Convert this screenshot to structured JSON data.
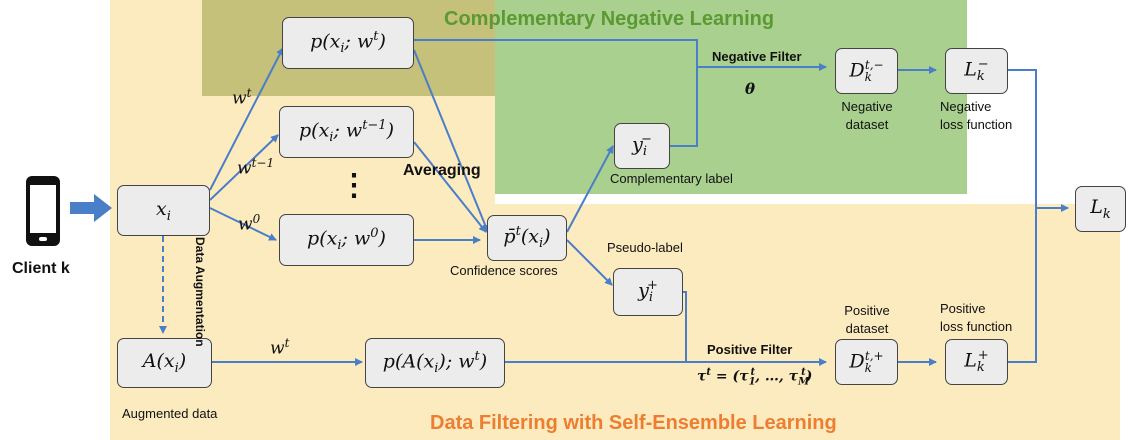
{
  "colors": {
    "yellow_region": "#fdebc0",
    "green_region": "#a9d08e",
    "olive_overlap": "#c5c07a",
    "arrow": "#4a7ec9",
    "title_green": "#5b9a32",
    "title_orange": "#ed7d31",
    "box_fill": "#ececec"
  },
  "titles": {
    "cnl": "Complementary Negative Learning",
    "dfsel": "Data Filtering with Self-Ensemble Learning"
  },
  "client": {
    "label": "Client k",
    "icon": "smartphone-icon"
  },
  "nodes": {
    "x": "x_i",
    "p_wt": "p(x_i; w^t)",
    "p_wt1": "p(x_i; w^{t−1})",
    "vdots": "⋮",
    "p_w0": "p(x_i; w^0)",
    "p_bar": "p̄^t(x_i)",
    "y_neg": "y_i^−",
    "y_pos": "y_i^+",
    "a_x": "A(x_i)",
    "p_a": "p(A(x_i); w^t)",
    "d_neg": "D_k^{t,−}",
    "d_pos": "D_k^{t,+}",
    "l_neg": "L_k^−",
    "l_pos": "L_k^+",
    "l_k": "L_k"
  },
  "edge_labels": {
    "wt_top": "w^t",
    "wt1": "w^{t−1}",
    "w0": "w^0",
    "wt_bottom": "w^t",
    "averaging": "Averaging",
    "data_aug": "Data Augmentation"
  },
  "filters": {
    "negative_title": "Negative Filter",
    "negative_theta": "θ",
    "positive_title": "Positive Filter",
    "positive_tau": "τ^t = (τ_1^t, …, τ_M^t)"
  },
  "annotations": {
    "confidence": "Confidence scores",
    "complementary": "Complementary label",
    "pseudo": "Pseudo-label",
    "augmented": "Augmented data",
    "neg_dataset_1": "Negative",
    "neg_dataset_2": "dataset",
    "pos_dataset_1": "Positive",
    "pos_dataset_2": "dataset",
    "neg_loss_1": "Negative",
    "neg_loss_2": "loss function",
    "pos_loss_1": "Positive",
    "pos_loss_2": "loss function"
  }
}
